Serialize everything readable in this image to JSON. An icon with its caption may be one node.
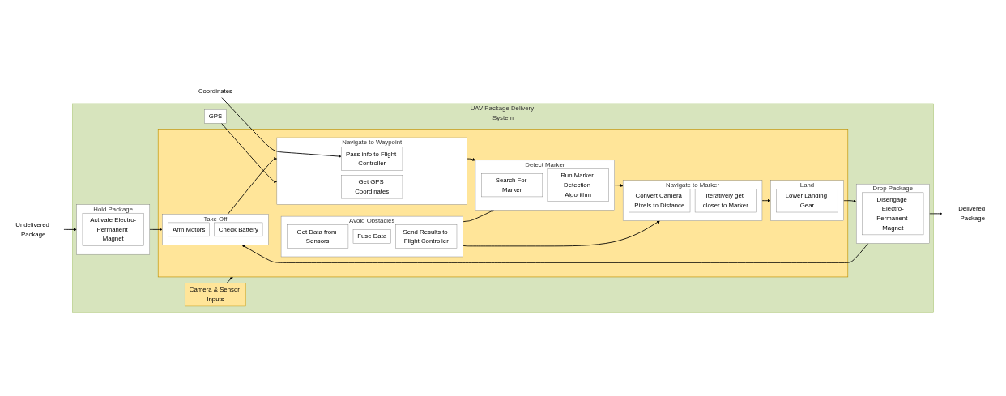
{
  "diagram": {
    "nodes": [
      {
        "text": [
          "UAV Package Delivery System"
        ]
      },
      {
        "text": [
          "GPS"
        ],
        "in": 0
      },
      {
        "text": [
          "Camera & Sensor Inputs"
        ],
        "in": 0
      },
      {
        "text": [
          "Coordinates"
        ]
      },
      {
        "text": [
          "Delivered Package"
        ]
      },
      {
        "text": [],
        "shape": "box",
        "in": 0
      },
      {
        "text": [
          "Navigate to Waypoint"
        ],
        "in": 5
      },
      {
        "text": [
          "Pass info to Flight Controller"
        ],
        "in": 6
      },
      {
        "text": [
          "Get GPS Coordinates"
        ],
        "in": 6
      },
      {
        "text": [
          "Detect Marker"
        ],
        "in": 5
      },
      {
        "text": [
          "Search For Marker"
        ],
        "in": 9
      },
      {
        "text": [
          "Run Marker Detection Algorithm"
        ],
        "in": 9
      },
      {
        "text": [
          "Navigate to Marker"
        ],
        "in": 5
      },
      {
        "text": [
          "Convert Camera Pixels to Distance"
        ],
        "in": 12
      },
      {
        "text": [
          "Iteratively get closer to Marker"
        ],
        "in": 12
      },
      {
        "text": [
          "Land"
        ],
        "in": 5
      },
      {
        "text": [
          "Lower Landing Gear"
        ],
        "in": 15
      },
      {
        "text": [
          "Drop Package"
        ],
        "in": 0
      },
      {
        "text": [
          "Disengage Electro-Permanent Magnet"
        ],
        "in": 17
      },
      {
        "text": [
          "Hold Package"
        ],
        "in": 0
      },
      {
        "text": [
          "Activate Electro-Permanent Magnet"
        ],
        "in": 19
      },
      {
        "text": [
          "Take Off"
        ],
        "in": 5
      },
      {
        "text": [
          "Arm Motors"
        ],
        "in": 21
      },
      {
        "text": [
          "Check Battery"
        ],
        "in": 21
      },
      {
        "text": [
          "Undelivered Package"
        ]
      },
      {
        "text": [
          "Avoid Obstacles"
        ],
        "in": 5
      },
      {
        "text": [
          "Get Data from Sensors"
        ],
        "in": 25
      },
      {
        "text": [
          "Fuse Data"
        ],
        "in": 25
      },
      {
        "text": [
          "Send Results to Flight Controller"
        ],
        "in": 25
      }
    ],
    "edges": [
      {
        "from": 24,
        "to": 19,
        "arrow": "to"
      },
      {
        "from": 19,
        "to": 21,
        "arrow": "to"
      },
      {
        "from": 21,
        "to": 6,
        "arrow": "to"
      },
      {
        "from": 3,
        "to": 7,
        "arrow": "to"
      },
      {
        "from": 1,
        "to": 6,
        "arrow": "to"
      },
      {
        "from": 2,
        "to": 5,
        "arrow": "to"
      },
      {
        "from": 6,
        "to": 9,
        "arrow": "to"
      },
      {
        "from": 9,
        "to": 12,
        "arrow": "to"
      },
      {
        "from": 12,
        "to": 15,
        "arrow": "to"
      },
      {
        "from": 15,
        "to": 17,
        "arrow": "to"
      },
      {
        "from": 17,
        "to": 4,
        "arrow": "to"
      },
      {
        "from": 17,
        "to": 21,
        "arrow": "to"
      },
      {
        "from": 25,
        "to": 9,
        "arrow": "to"
      },
      {
        "from": 25,
        "to": 12,
        "arrow": "to"
      }
    ]
  }
}
